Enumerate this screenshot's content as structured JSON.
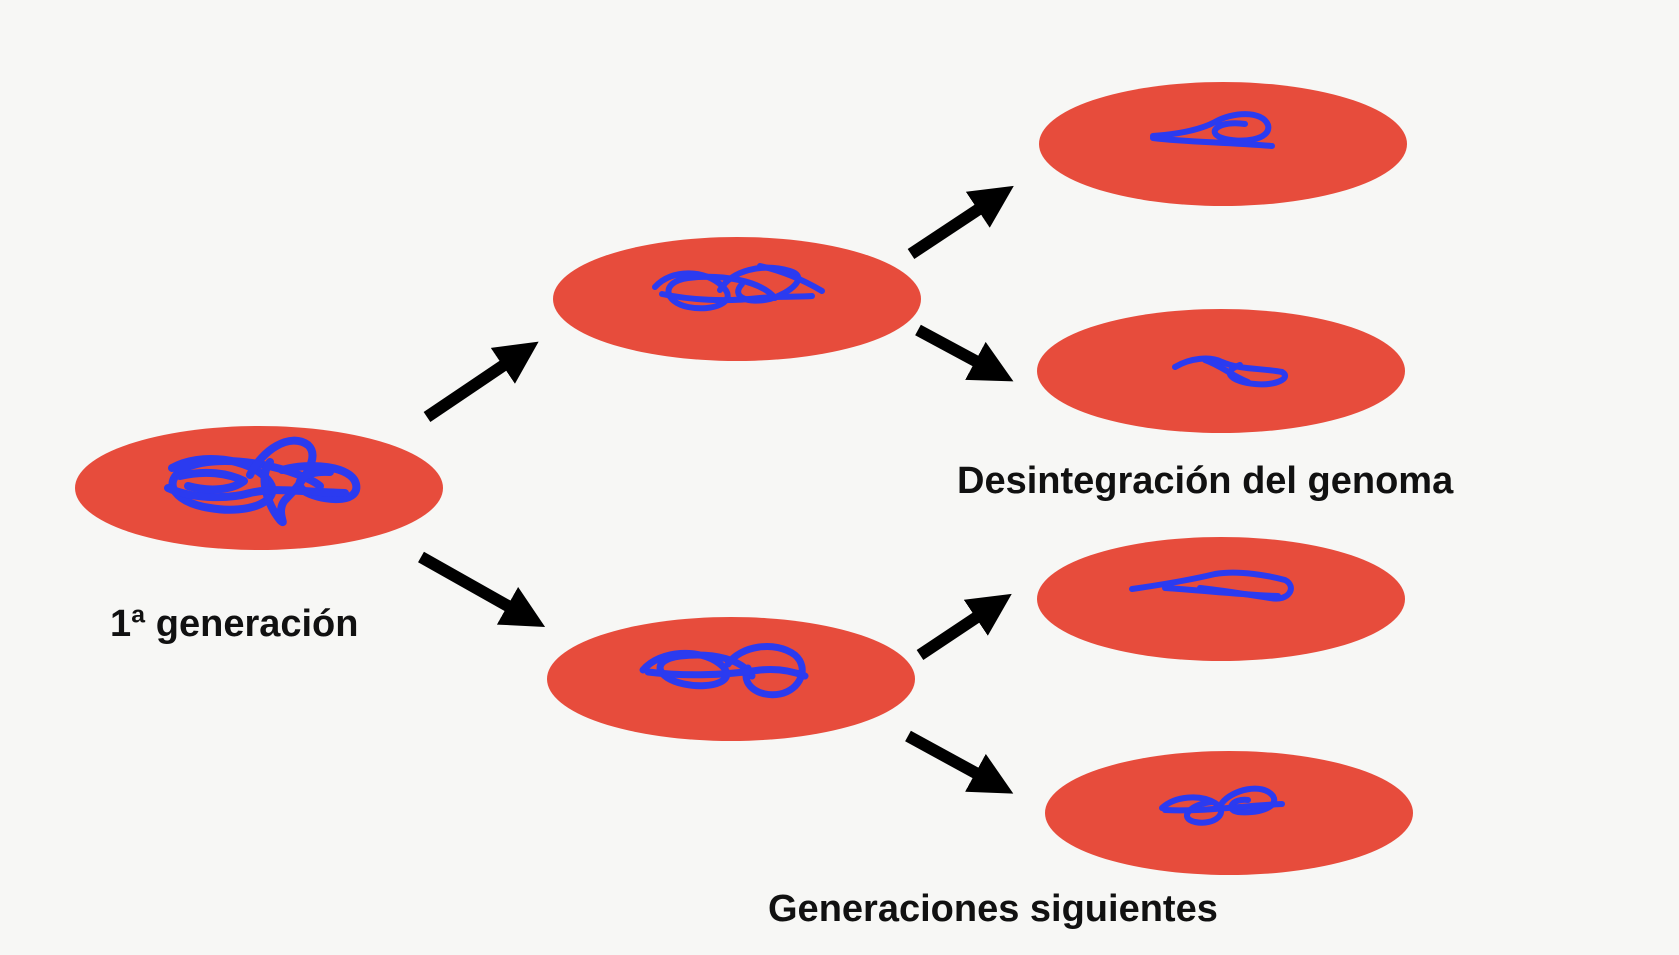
{
  "colors": {
    "background": "#f7f7f5",
    "cell_fill": "#e74c3c",
    "dna_stroke": "#2b3bf0",
    "arrow_fill": "#000000",
    "label_text": "#111111"
  },
  "labels": {
    "first_generation": "1ª generación",
    "genome_disintegration": "Desintegración del genoma",
    "following_generations": "Generaciones siguientes"
  },
  "cells": [
    {
      "id": "generation-1",
      "dna": "large-tangle"
    },
    {
      "id": "generation-2-top",
      "dna": "medium-tangle"
    },
    {
      "id": "generation-2-bottom",
      "dna": "medium-tangle"
    },
    {
      "id": "generation-3-a",
      "dna": "small-tangle"
    },
    {
      "id": "generation-3-b",
      "dna": "small-tangle"
    },
    {
      "id": "generation-3-c",
      "dna": "small-tangle"
    },
    {
      "id": "generation-3-d",
      "dna": "small-tangle"
    }
  ],
  "arrows": [
    {
      "from": "generation-1",
      "to": "generation-2-top"
    },
    {
      "from": "generation-1",
      "to": "generation-2-bottom"
    },
    {
      "from": "generation-2-top",
      "to": "generation-3-a"
    },
    {
      "from": "generation-2-top",
      "to": "generation-3-b"
    },
    {
      "from": "generation-2-bottom",
      "to": "generation-3-c"
    },
    {
      "from": "generation-2-bottom",
      "to": "generation-3-d"
    }
  ]
}
